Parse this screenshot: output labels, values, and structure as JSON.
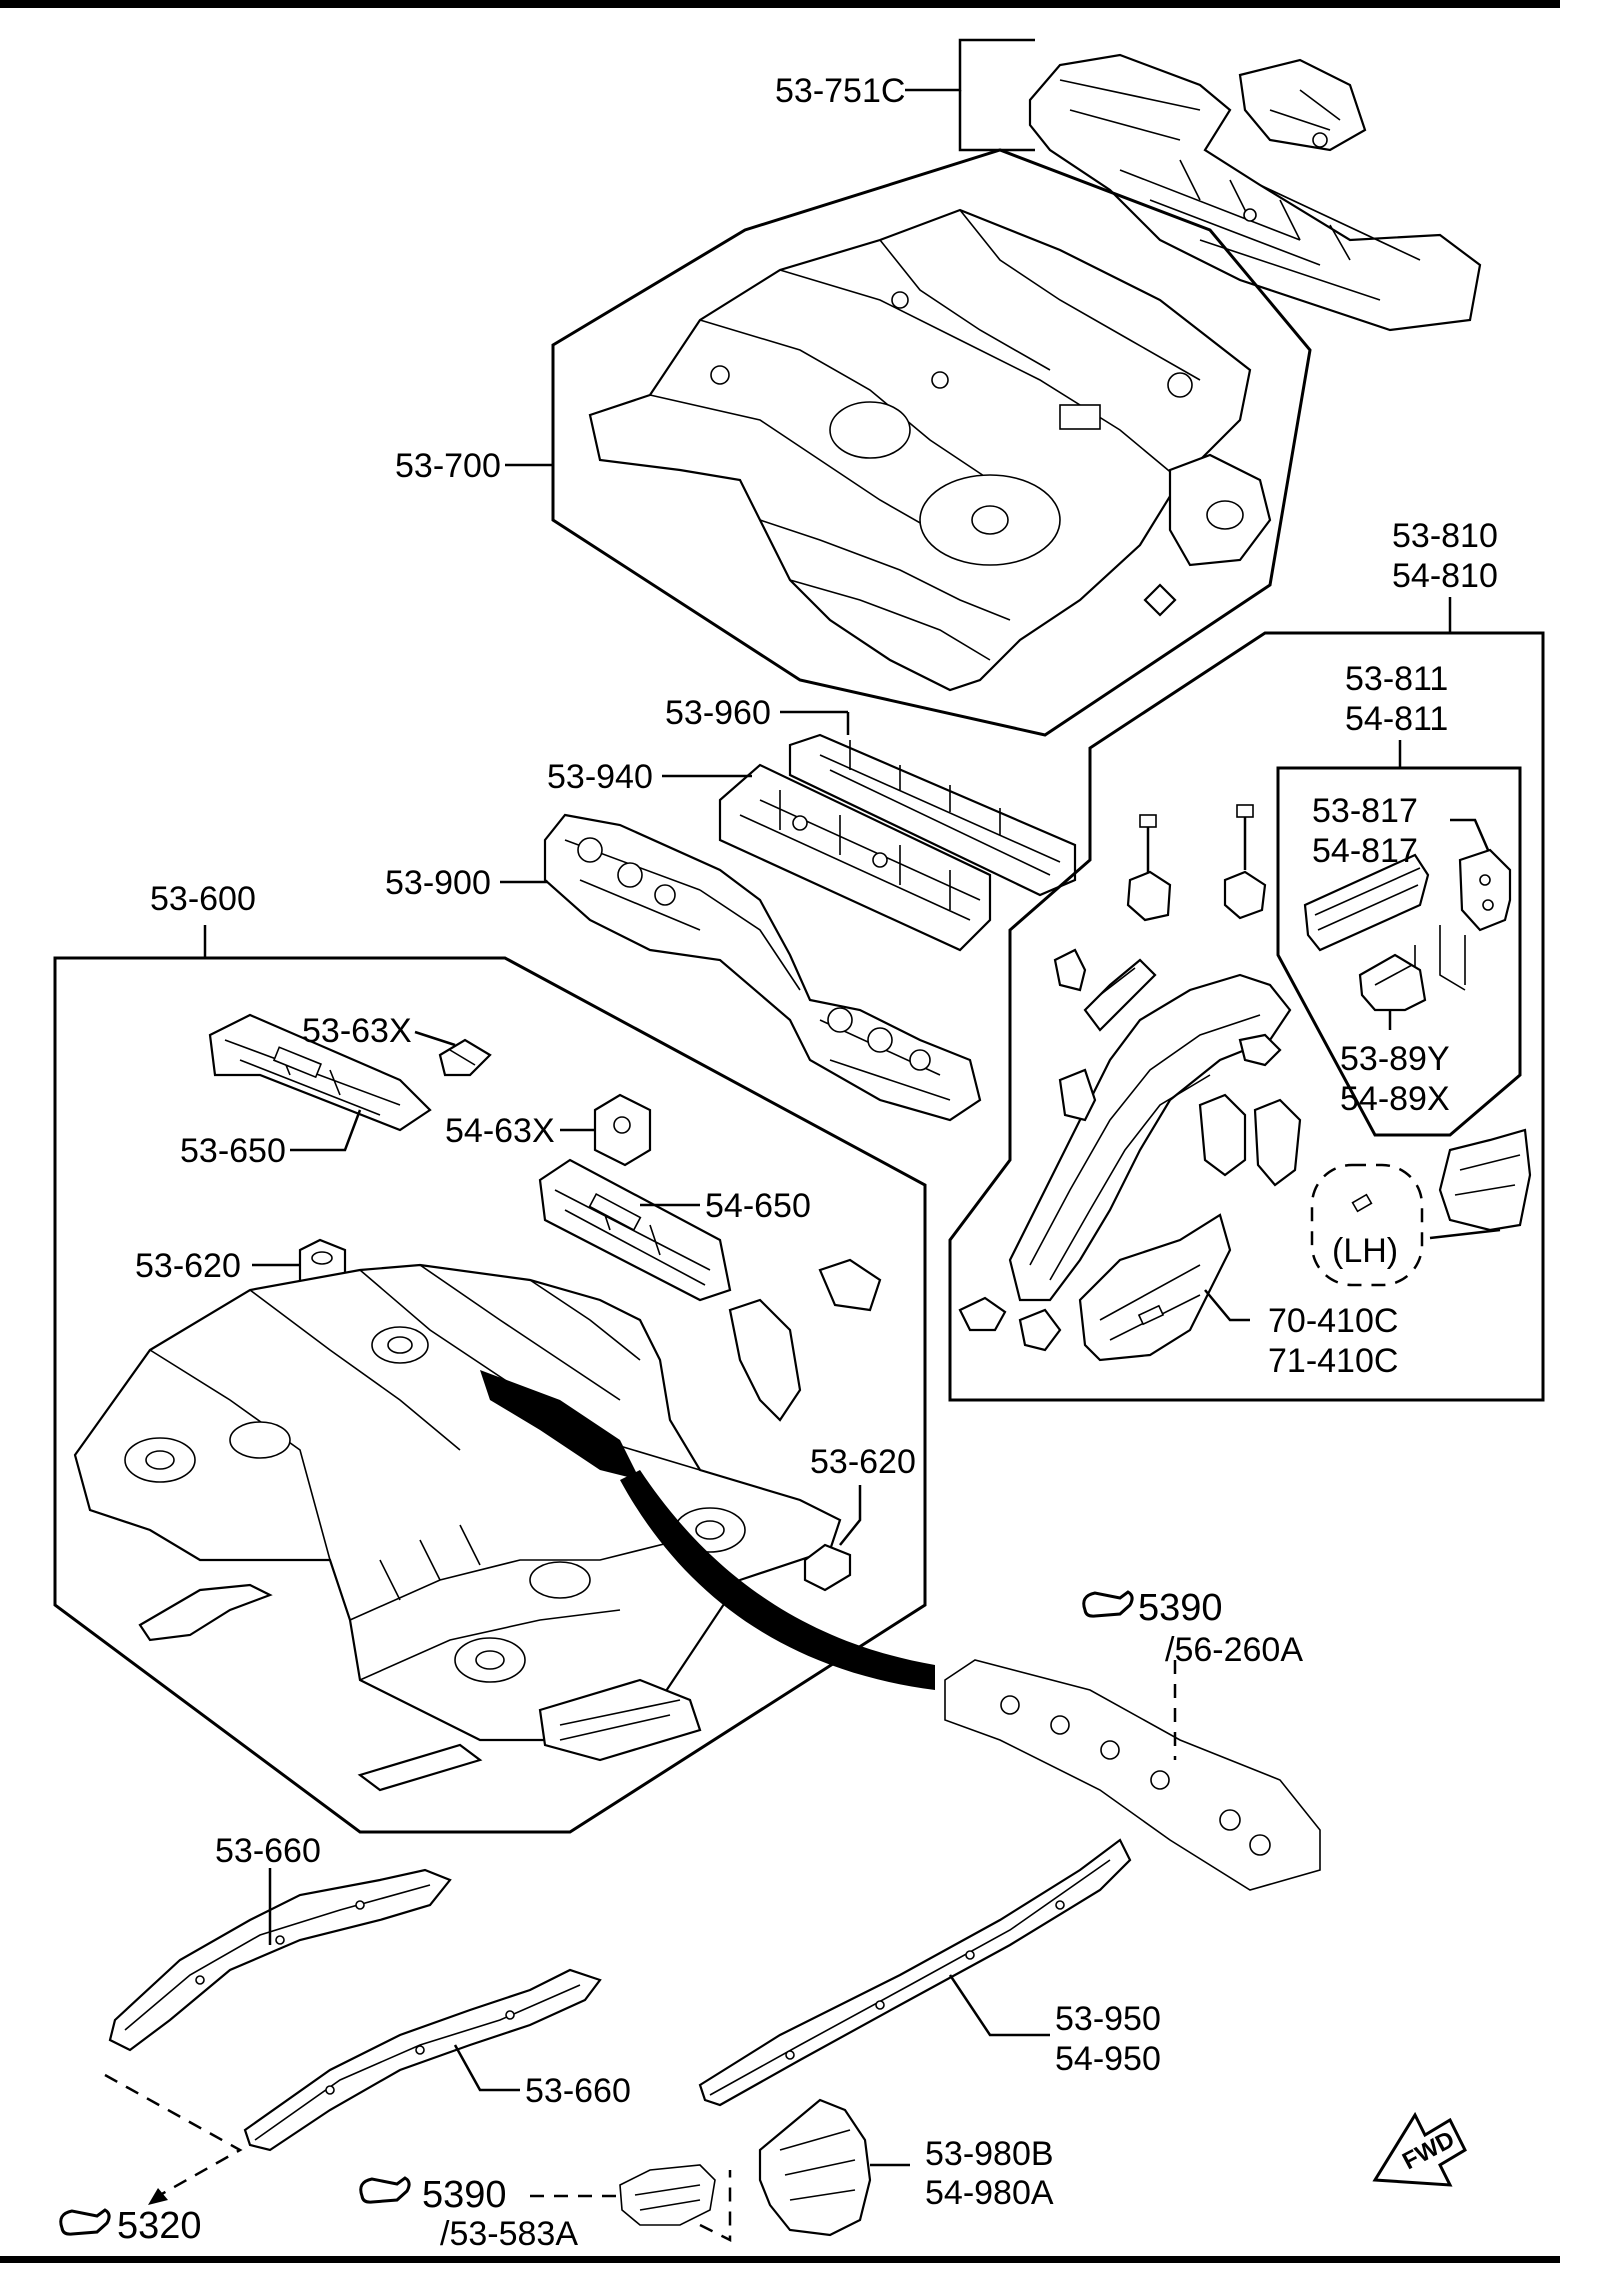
{
  "labels": {
    "p53_751c": "53-751C",
    "p53_700": "53-700",
    "p53_810": "53-810",
    "p54_810": "54-810",
    "p53_811": "53-811",
    "p54_811": "54-811",
    "p53_817": "53-817",
    "p54_817": "54-817",
    "p53_89y": "53-89Y",
    "p54_89x": "54-89X",
    "lh": "(LH)",
    "p70_410c": "70-410C",
    "p71_410c": "71-410C",
    "p53_960": "53-960",
    "p53_940": "53-940",
    "p53_900": "53-900",
    "p53_600": "53-600",
    "p53_63x": "53-63X",
    "p53_650": "53-650",
    "p54_63x": "54-63X",
    "p54_650": "54-650",
    "p53_620a": "53-620",
    "p53_620b": "53-620",
    "ref5390a": "5390",
    "ref56_260a": "/56-260A",
    "p53_660a": "53-660",
    "p53_660b": "53-660",
    "p53_950": "53-950",
    "p54_950": "54-950",
    "p53_980b": "53-980B",
    "p54_980a": "54-980A",
    "ref5390b": "5390",
    "ref53_583a": "/53-583A",
    "ref5320": "5320",
    "fwd": "FWD"
  },
  "icons": [
    "pointing-hand-icon",
    "fwd-arrow-icon"
  ]
}
